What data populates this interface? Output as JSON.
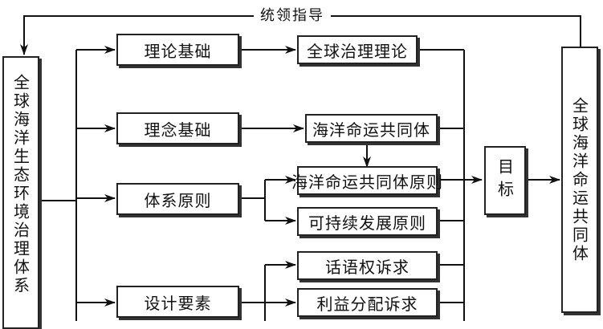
{
  "diagram": {
    "top_label": "统领指导",
    "left_box": "全球海洋生态环境治理体系",
    "right_box": "全球海洋命运共同体",
    "goal_box": "目标",
    "foundations": {
      "theory": "理论基础",
      "concept": "理念基础",
      "principles": "体系原则",
      "design": "设计要素"
    },
    "details": {
      "global_governance_theory": "全球治理理论",
      "maritime_community": "海洋命运共同体",
      "maritime_community_principle": "海洋命运共同体原则",
      "sustainable_development_principle": "可持续发展原则",
      "discourse_right_claim": "话语权诉求",
      "benefit_distribution_claim": "利益分配诉求"
    }
  }
}
